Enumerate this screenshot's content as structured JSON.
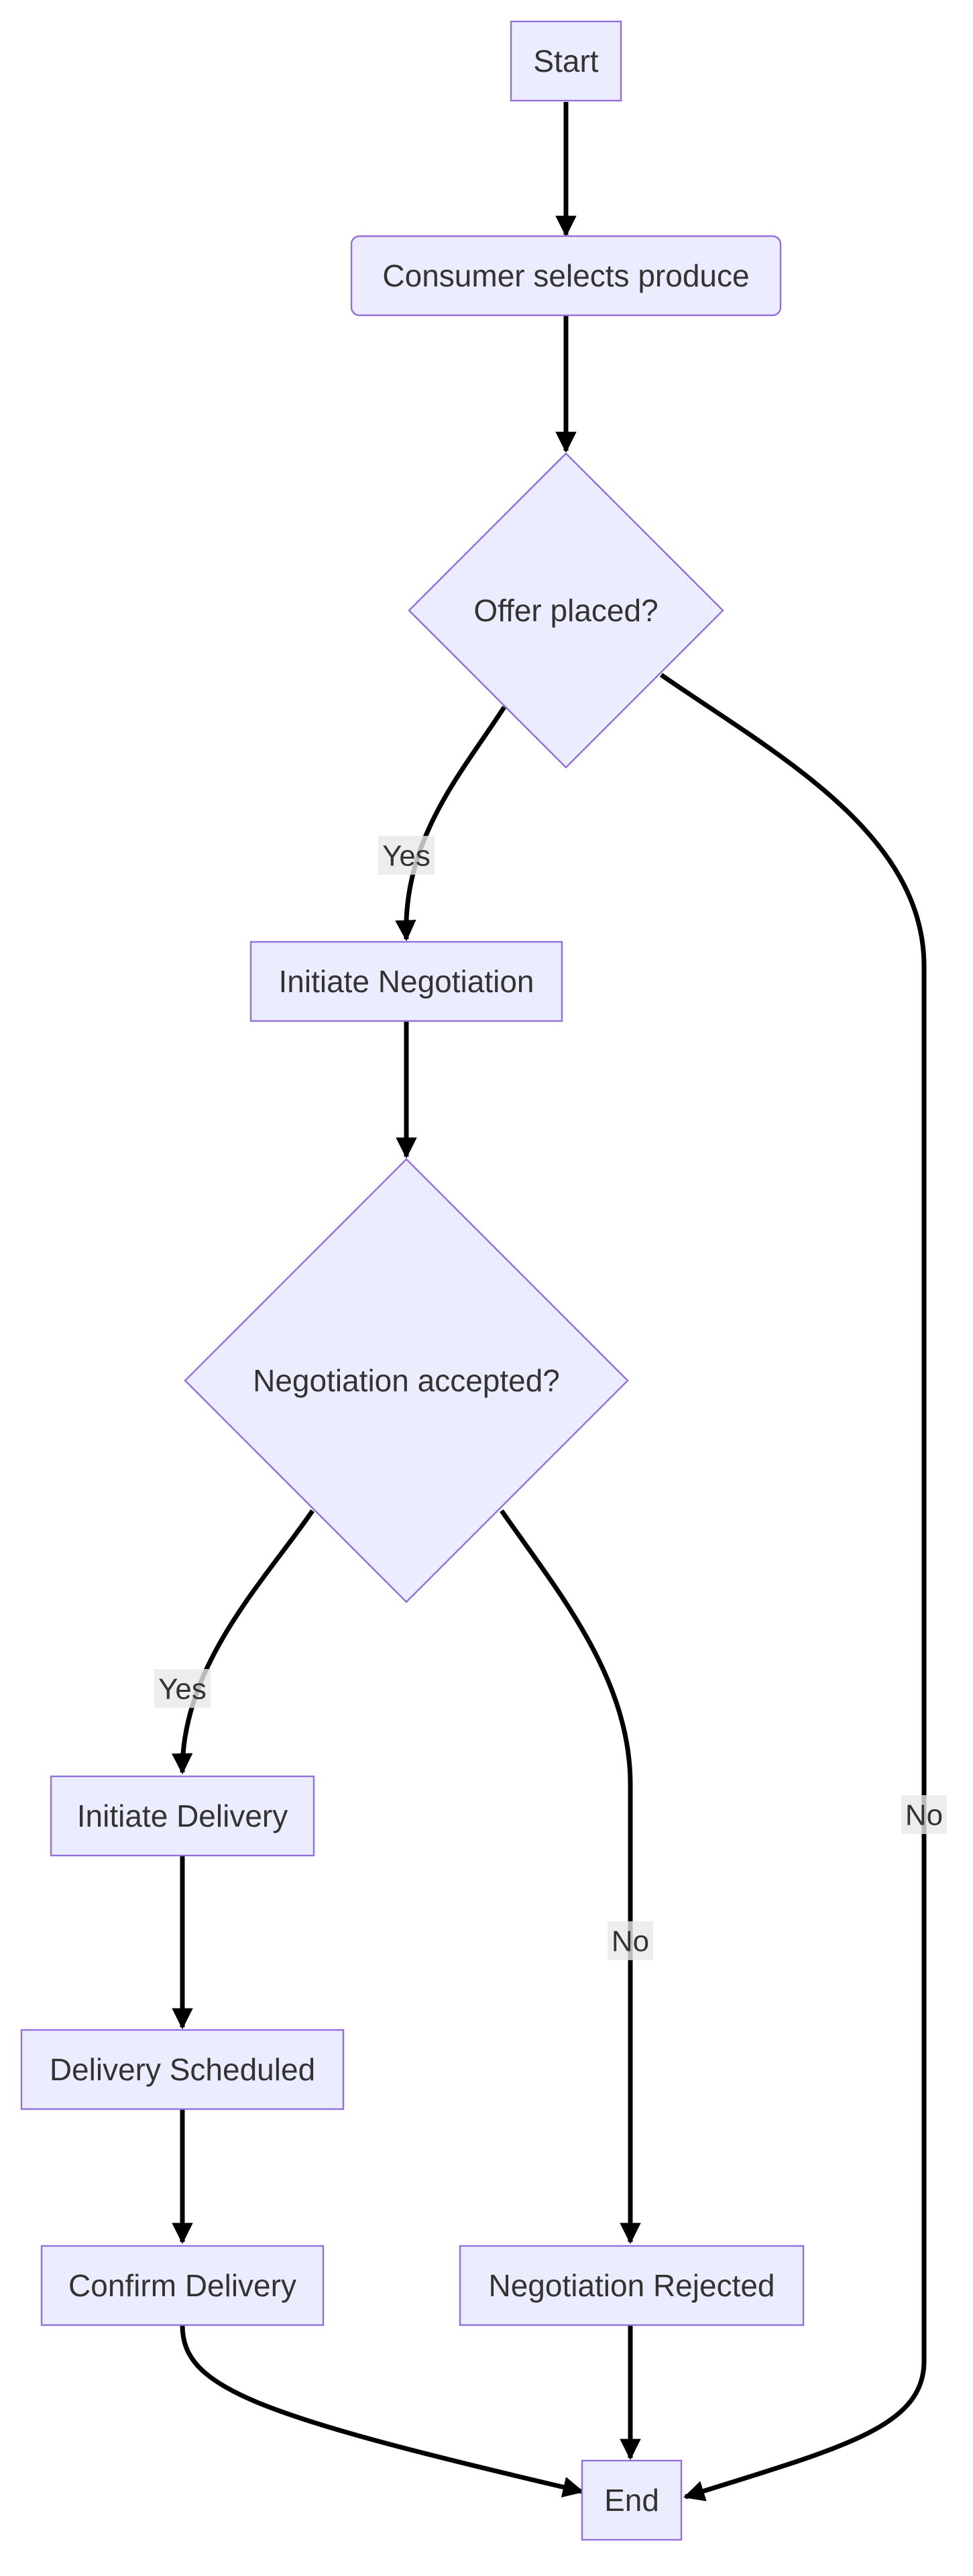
{
  "nodes": {
    "start": "Start",
    "consumer_selects": "Consumer selects produce",
    "offer_placed": "Offer placed?",
    "initiate_negotiation": "Initiate Negotiation",
    "negotiation_accepted": "Negotiation accepted?",
    "initiate_delivery": "Initiate Delivery",
    "delivery_scheduled": "Delivery Scheduled",
    "confirm_delivery": "Confirm Delivery",
    "negotiation_rejected": "Negotiation Rejected",
    "end": "End"
  },
  "edge_labels": {
    "offer_yes": "Yes",
    "offer_no": "No",
    "negotiation_yes": "Yes",
    "negotiation_no": "No"
  },
  "colors": {
    "node_fill": "#ECECFF",
    "node_stroke": "#9370DB",
    "edge": "#000000",
    "text": "#333333",
    "label_bg": "#E8E8E8"
  }
}
